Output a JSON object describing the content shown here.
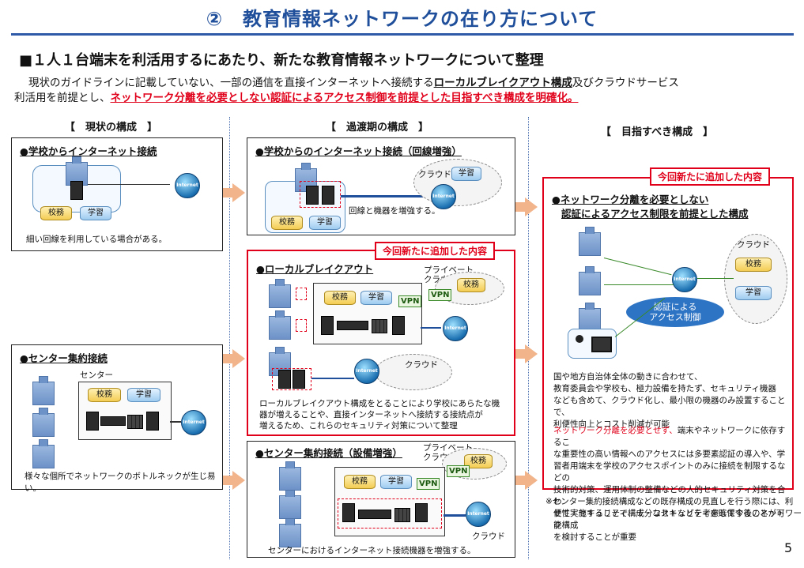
{
  "page": {
    "title": "②　教育情報ネットワークの在り方について",
    "subheading": "■１人１台端末を利活用するにあたり、新たな教育情報ネットワークについて整理",
    "intro_line1_a": "現状のガイドラインに記載していない、一部の通信を直接インターネットへ接続する",
    "intro_line1_b": "ローカルブレイクアウト構成",
    "intro_line1_c": "及びクラウドサービス",
    "intro_line2_a": "利活用を前提とし、",
    "intro_line2_b": "ネットワーク分離を必要としない認証によるアクセス制御を前提とした目指すべき構成を明確化。",
    "page_number": "5"
  },
  "columns": {
    "current": "【　現状の構成　】",
    "transition": "【　過渡期の構成　】",
    "target": "【　目指すべき構成　】"
  },
  "labels": {
    "koumu": "校務",
    "gakushu": "学習",
    "internet": "Internet",
    "cloud": "クラウド",
    "private_cloud_1": "プライベート",
    "private_cloud_2": "クラウド",
    "vpn": "VPN",
    "center": "センター",
    "new_tag": "今回新たに追加した内容"
  },
  "current": {
    "school_title": "●学校からインターネット接続",
    "school_note": "細い回線を利用している場合がある。",
    "center_title": "●センター集約接続",
    "center_note": "様々な個所でネットワークのボトルネックが生じ易い。"
  },
  "transition": {
    "school_title": "●学校からのインターネット接続（回線増強）",
    "school_note": "回線と機器を増強する。",
    "lbo_title": "●ローカルブレイクアウト",
    "lbo_note_1": "ローカルブレイクアウト構成をとることにより学校にあらたな機",
    "lbo_note_2": "器が増えることや、直接インターネットへ接続する接続点が",
    "lbo_note_3": "増えるため、これらのセキュリティ対策について整理",
    "center_title": "●センター集約接続（設備増強）",
    "center_note": "センターにおけるインターネット接続機器を増強する。"
  },
  "target": {
    "title_1": "●ネットワーク分離を必要としない",
    "title_2": "認証によるアクセス制限を前提とした構成",
    "auth_1": "認証による",
    "auth_2": "アクセス制御",
    "text_1": "国や地方自治体全体の動きに合わせて、",
    "text_2": "教育委員会や学校も、極力設備を持たず、セキュリティ機器",
    "text_3": "なども含めて、クラウド化し、最小限の機器のみ設置することで、",
    "text_4": "利便性向上とコスト削減が可能",
    "red_1a": "ネットワーク分離を必要とせず、",
    "red_1b": "端末やネットワークに依存するこ",
    "red_2": "な重要性の高い情報へのアクセスには多要素認証の導入や、学",
    "red_3": "習者用端末を学校のアクセスポイントのみに接続を制限するなどの",
    "red_4": "技術的対策、運用体制の整備などの人的セキュリティ対策を合わ",
    "red_5": "せて実施することで、十分なセキュリティを確保することが可能",
    "footnote_1": "※センター集約接続構成などの既存構成の見直しを行う際には、利",
    "footnote_2": "便性・セキュリティ構成・コストなどを考慮して今後のネットワーク構成",
    "footnote_3": "を検討することが重要"
  }
}
